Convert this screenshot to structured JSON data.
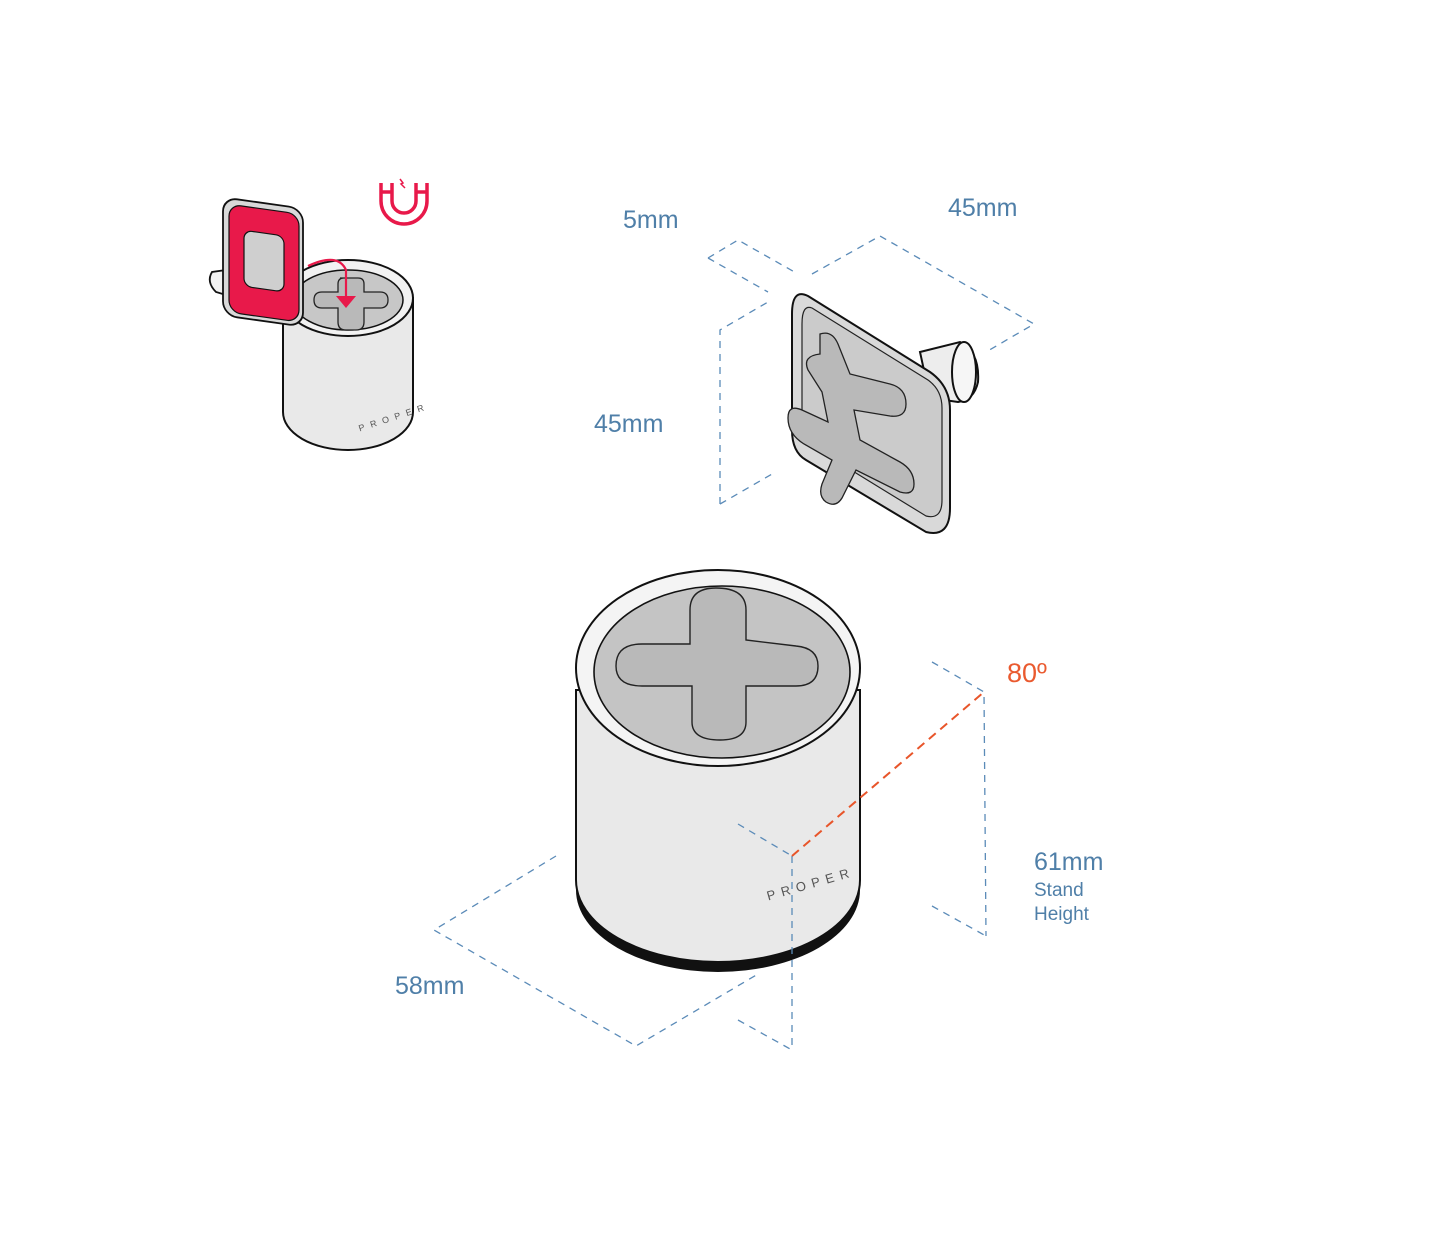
{
  "dimensions": {
    "mount_depth": "5mm",
    "mount_width": "45mm",
    "mount_height": "45mm",
    "stand_diameter": "58mm",
    "stand_height_value": "61mm",
    "stand_height_line1": "Stand",
    "stand_height_line2": "Height",
    "angle": "80º"
  },
  "brand": "PROPER",
  "colors": {
    "dimension_text": "#4f7fa8",
    "angle_accent": "#ea5a2f",
    "magnet_accent": "#e8194a",
    "body_fill": "#e9e9e9",
    "pad_fill": "#b9b9b9"
  },
  "icons": [
    "magnet-icon",
    "arrow-down-icon"
  ]
}
